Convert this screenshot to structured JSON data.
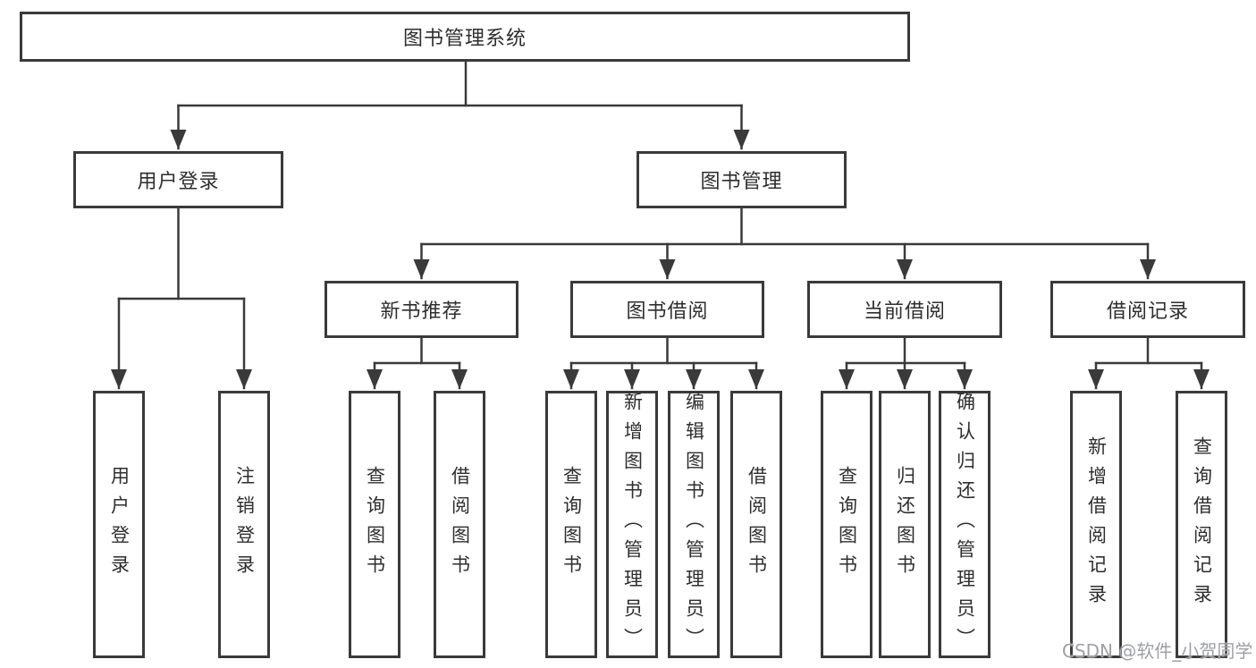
{
  "tree": {
    "root": "图书管理系统",
    "login": {
      "label": "用户登录",
      "children": [
        "用户登录",
        "注销登录"
      ]
    },
    "management": {
      "label": "图书管理",
      "modules": [
        {
          "label": "新书推荐",
          "children": [
            "查询图书",
            "借阅图书"
          ]
        },
        {
          "label": "图书借阅",
          "children": [
            "查询图书",
            "新增图书（管理员）",
            "编辑图书（管理员）",
            "借阅图书"
          ]
        },
        {
          "label": "当前借阅",
          "children": [
            "查询图书",
            "归还图书",
            "确认归还（管理员）"
          ]
        },
        {
          "label": "借阅记录",
          "children": [
            "新增借阅记录",
            "查询借阅记录"
          ]
        }
      ]
    }
  },
  "watermark": "CSDN @软件_小贺同学",
  "colors": {
    "line": "#3a3a3a",
    "text": "#2e2e2e",
    "watermark": "#9fa0a4",
    "background": "#ffffff"
  }
}
